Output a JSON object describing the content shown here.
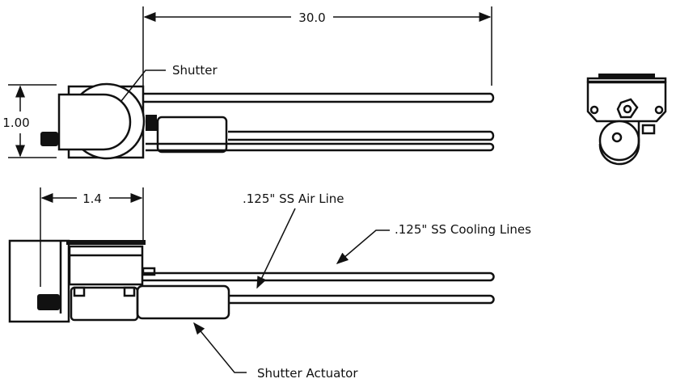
{
  "dimensions": {
    "length": "30.0",
    "height": "1.00",
    "offset": "1.4"
  },
  "labels": {
    "shutter": "Shutter",
    "air_line": ".125\" SS Air Line",
    "cooling_lines": ".125\" SS Cooling Lines",
    "actuator": "Shutter Actuator"
  }
}
